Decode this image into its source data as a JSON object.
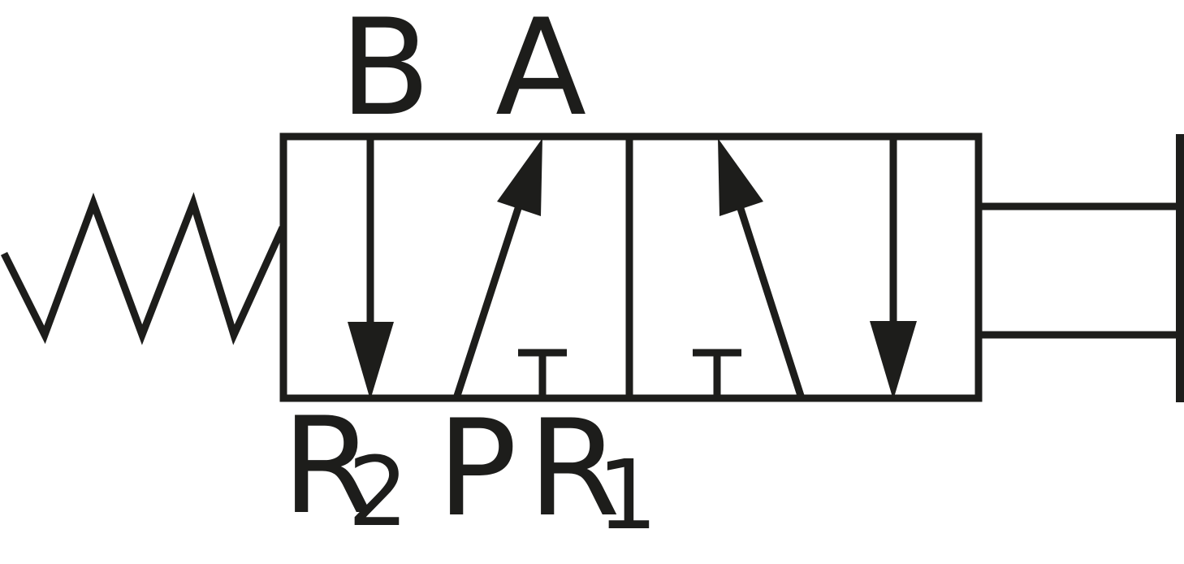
{
  "diagram": {
    "type": "pneumatic-valve-symbol",
    "description": "5/2-way directional control valve, spring return, push-button actuated",
    "stroke_color": "#1d1d1b",
    "background": "#ffffff",
    "ports_top": {
      "b": "B",
      "a": "A"
    },
    "ports_bottom": {
      "r2_main": "R",
      "r2_sub": "2",
      "p": "P",
      "r1_main": "R",
      "r1_sub": "1"
    },
    "actuators": {
      "left": "spring",
      "right": "push-button"
    },
    "positions": [
      {
        "name": "left-position",
        "flows": [
          "B→R2",
          "P→A",
          "R1 blocked"
        ]
      },
      {
        "name": "right-position",
        "flows": [
          "P→B",
          "A→R1",
          "R2 blocked"
        ]
      }
    ]
  }
}
